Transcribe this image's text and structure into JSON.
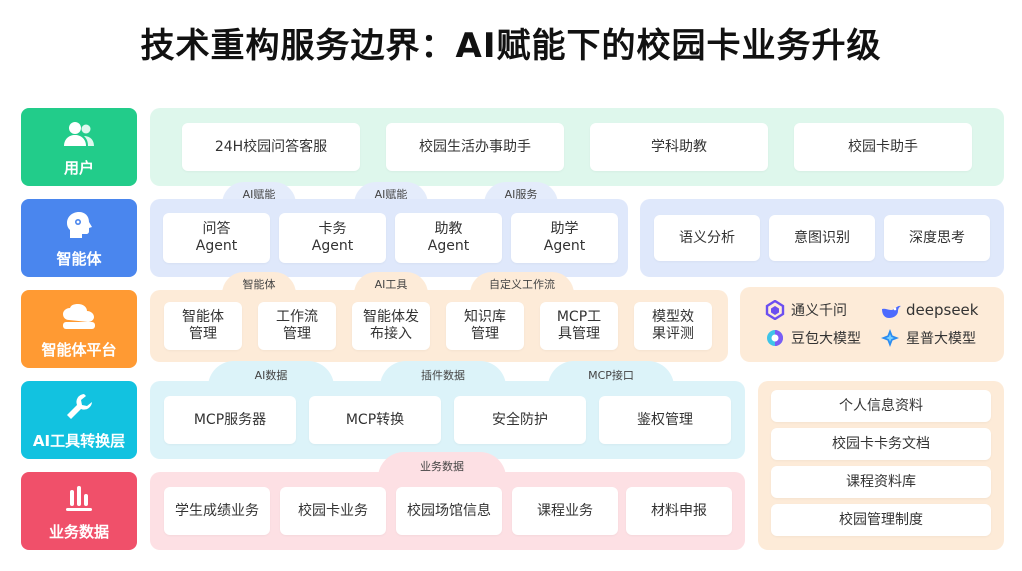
{
  "title": "技术重构服务边界：AI赋能下的校园卡业务升级",
  "colors": {
    "user": "#22cc8a",
    "agent": "#4a86ee",
    "platform": "#ff9a33",
    "tool": "#12c2e0",
    "data": "#f0506a"
  },
  "layers": [
    {
      "label": "用户",
      "icon": "users-icon"
    },
    {
      "label": "智能体",
      "icon": "ai-head-icon"
    },
    {
      "label": "智能体平台",
      "icon": "cloud-platform-icon"
    },
    {
      "label": "AI工具转换层",
      "icon": "wrench-icon"
    },
    {
      "label": "业务数据",
      "icon": "bar-chart-icon"
    }
  ],
  "user_row": [
    "24H校园问答客服",
    "校园生活办事助手",
    "学科助教",
    "校园卡助手"
  ],
  "conn_user_agent": [
    "AI赋能",
    "AI赋能",
    "AI服务"
  ],
  "agents": [
    "问答\nAgent",
    "卡务\nAgent",
    "助教\nAgent",
    "助学\nAgent"
  ],
  "capabilities": [
    "语义分析",
    "意图识别",
    "深度思考"
  ],
  "conn_agent_platform": [
    "智能体",
    "AI工具",
    "自定义工作流"
  ],
  "platform_items": [
    "智能体\n管理",
    "工作流\n管理",
    "智能体发\n布接入",
    "知识库\n管理",
    "MCP工\n具管理",
    "模型效\n果评测"
  ],
  "models": [
    {
      "name": "通义千问",
      "icon": "tongyi-icon"
    },
    {
      "name": "deepseek",
      "icon": "deepseek-icon"
    },
    {
      "name": "豆包大模型",
      "icon": "doubao-icon"
    },
    {
      "name": "星普大模型",
      "icon": "xingpu-icon"
    }
  ],
  "conn_platform_tool": [
    "AI数据",
    "插件数据",
    "MCP接口"
  ],
  "tools": [
    "MCP服务器",
    "MCP转换",
    "安全防护",
    "鉴权管理"
  ],
  "conn_tool_data": [
    "业务数据"
  ],
  "data_items": [
    "学生成绩业务",
    "校园卡业务",
    "校园场馆信息",
    "课程业务",
    "材料申报"
  ],
  "knowledge": [
    "个人信息资料",
    "校园卡卡务文档",
    "课程资料库",
    "校园管理制度"
  ]
}
